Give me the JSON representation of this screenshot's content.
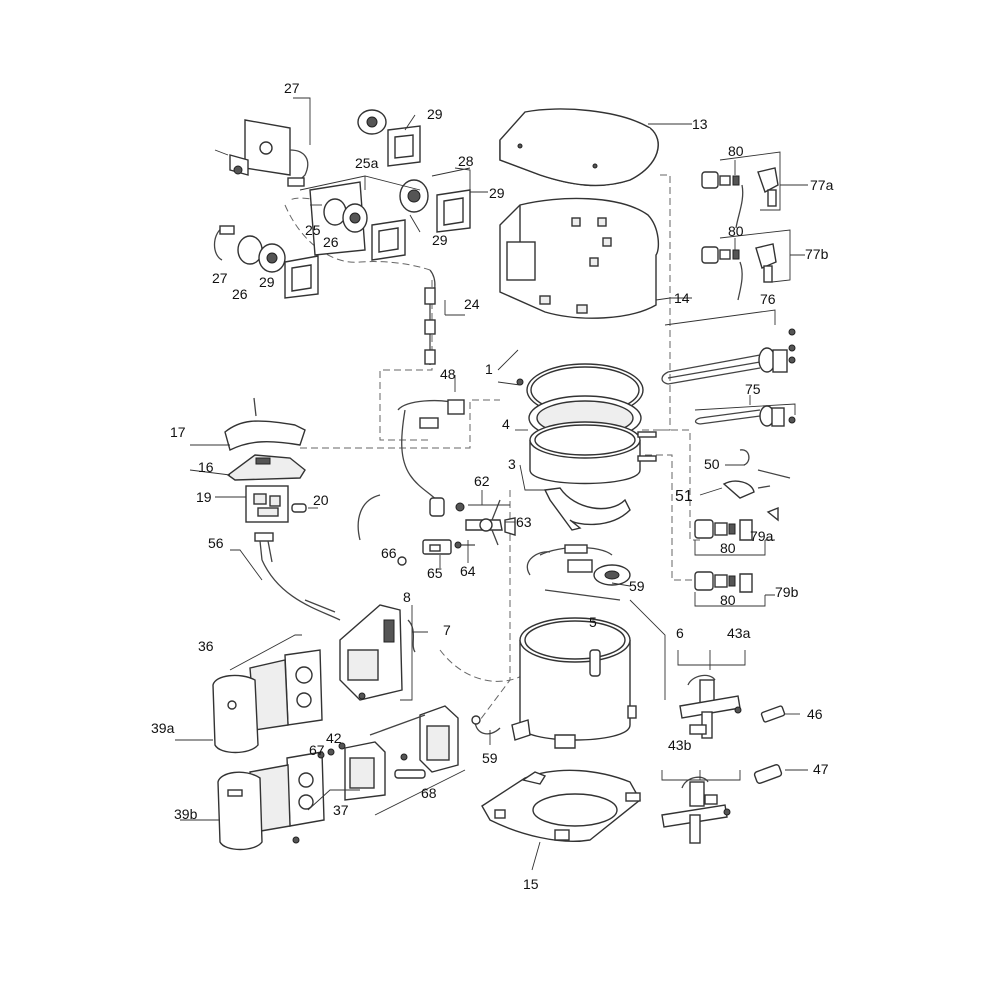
{
  "labels": {
    "p1": "1",
    "p3": "3",
    "p4": "4",
    "p5": "5",
    "p6": "6",
    "p7": "7",
    "p8": "8",
    "p13": "13",
    "p14": "14",
    "p15": "15",
    "p16": "16",
    "p17": "17",
    "p19": "19",
    "p20": "20",
    "p24": "24",
    "p25a": "25a",
    "p25": "25",
    "p26a": "26",
    "p26b": "26",
    "p27a": "27",
    "p27b": "27",
    "p28": "28",
    "p29a": "29",
    "p29b": "29",
    "p29c": "29",
    "p29d": "29",
    "p36": "36",
    "p37": "37",
    "p39a": "39a",
    "p39b": "39b",
    "p42": "42",
    "p43a": "43a",
    "p43b": "43b",
    "p46": "46",
    "p47": "47",
    "p48": "48",
    "p50": "50",
    "p51": "51",
    "p56": "56",
    "p59a": "59",
    "p59b": "59",
    "p62": "62",
    "p63": "63",
    "p64": "64",
    "p65": "65",
    "p66": "66",
    "p67": "67",
    "p68": "68",
    "p75": "75",
    "p76": "76",
    "p77a": "77a",
    "p77b": "77b",
    "p79a": "79a",
    "p79b": "79b",
    "p80a": "80",
    "p80b": "80",
    "p80c": "80",
    "p80d": "80"
  }
}
